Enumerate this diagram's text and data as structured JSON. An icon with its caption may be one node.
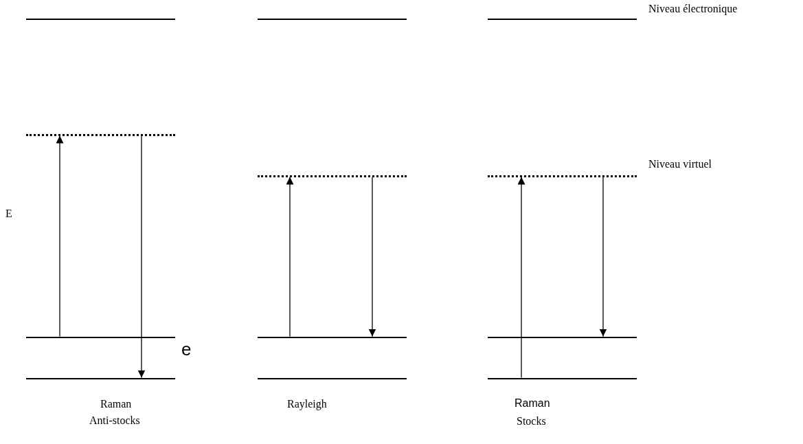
{
  "diagram": {
    "nodes": [
      {
        "text": [],
        "shape": "bar"
      },
      {
        "text": [],
        "shape": "bar"
      },
      {
        "text": [],
        "shape": "bar"
      },
      {
        "text": [],
        "shape": "bar"
      },
      {
        "text": [],
        "shape": "bar"
      },
      {
        "text": [],
        "shape": "bar"
      },
      {
        "text": [],
        "shape": "bar"
      },
      {
        "text": [],
        "shape": "bar"
      },
      {
        "text": [],
        "shape": "bar"
      },
      {
        "text": [],
        "shape": "bar"
      },
      {
        "text": [],
        "shape": "bar"
      },
      {
        "text": [],
        "shape": "bar"
      }
    ],
    "edges": [
      {
        "from": 2,
        "to": 1,
        "arrow": "to"
      },
      {
        "from": 1,
        "to": 3,
        "arrow": "to"
      },
      {
        "from": 6,
        "to": 5,
        "arrow": "to"
      },
      {
        "from": 5,
        "to": 6,
        "arrow": "to"
      },
      {
        "from": 11,
        "to": 9,
        "arrow": "to"
      },
      {
        "from": 9,
        "to": 10,
        "arrow": "to"
      }
    ],
    "labels": [
      "Niveau électronique",
      "Niveau virtuel",
      "E",
      "e",
      "Raman",
      "Anti-stocks",
      "Rayleigh",
      "Raman",
      "Stocks"
    ]
  }
}
